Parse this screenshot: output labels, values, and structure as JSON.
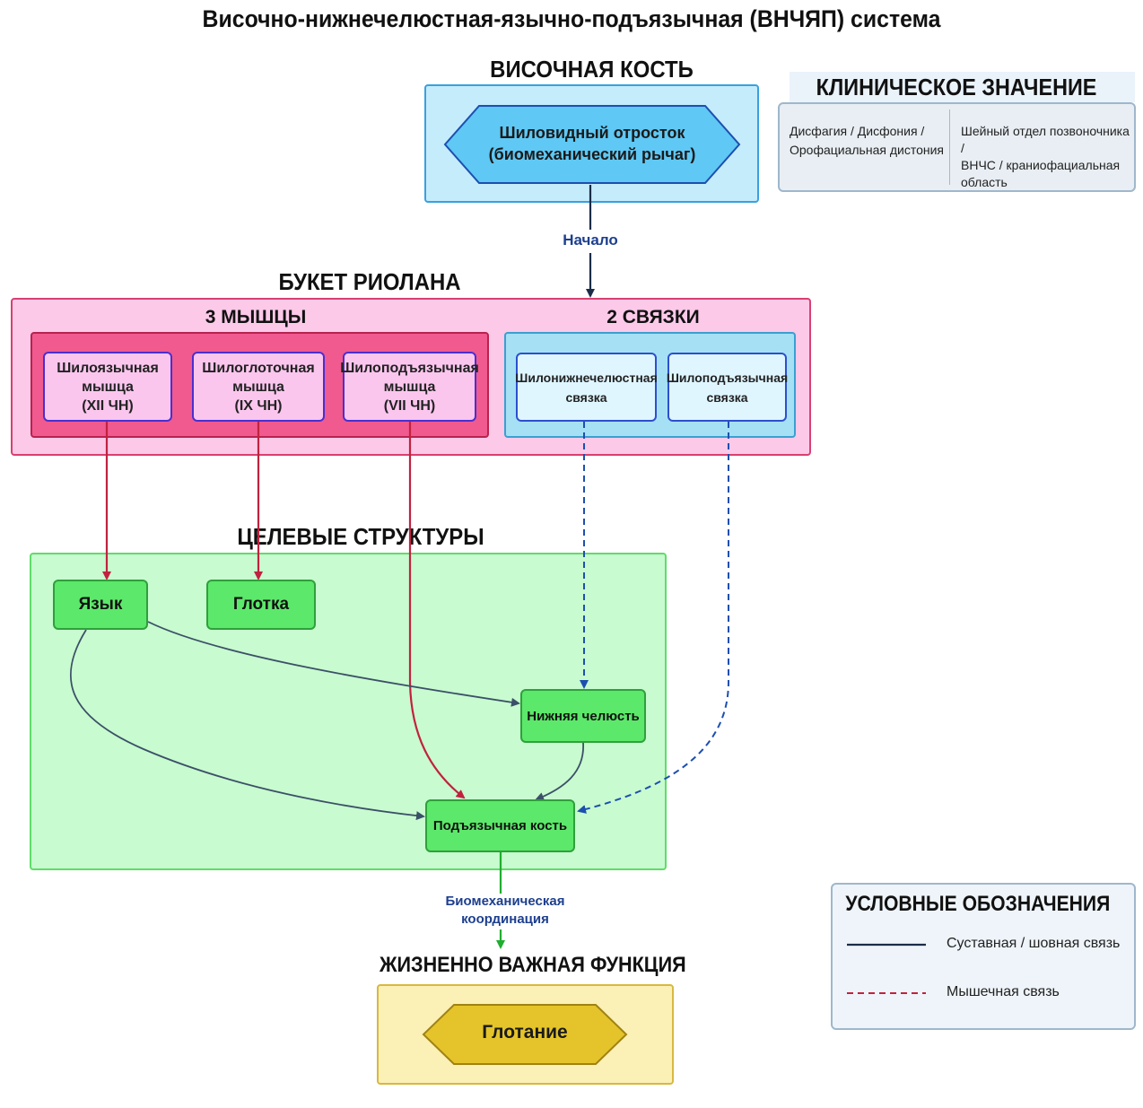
{
  "title": "Височно-нижнечелюстная-язычно-подъязычная (ВНЧЯП) система",
  "temporal": {
    "heading": "ВИСОЧНАЯ КОСТЬ",
    "process_line1": "Шиловидный отросток",
    "process_line2": "(биомеханический рычаг)"
  },
  "clinical": {
    "heading": "КЛИНИЧЕСКОЕ ЗНАЧЕНИЕ",
    "left_line1": "Дисфагия / Дисфония /",
    "left_line2": "Орофациальная дистония",
    "right_line1": "Шейный отдел позвоночника /",
    "right_line2": "ВНЧС / краниофациальная",
    "right_line3": "область"
  },
  "edge_origin_label": "Начало",
  "riolan": {
    "heading": "БУКЕТ РИОЛАНА",
    "muscles_heading": "3 МЫШЦЫ",
    "ligaments_heading": "2 СВЯЗКИ",
    "muscles": [
      {
        "line1": "Шилоязычная",
        "line2": "мышца",
        "line3": "(XII ЧН)"
      },
      {
        "line1": "Шилоглоточная",
        "line2": "мышца",
        "line3": "(IX ЧН)"
      },
      {
        "line1": "Шилоподъязычная",
        "line2": "мышца",
        "line3": "(VII ЧН)"
      }
    ],
    "ligaments": [
      {
        "line1": "Шилонижнечелюстная",
        "line2": "связка"
      },
      {
        "line1": "Шилоподъязычная",
        "line2": "связка"
      }
    ]
  },
  "targets": {
    "heading": "ЦЕЛЕВЫЕ СТРУКТУРЫ",
    "tongue": "Язык",
    "pharynx": "Глотка",
    "mandible": "Нижняя челюсть",
    "hyoid": "Подъязычная кость"
  },
  "coordination_label_line1": "Биомеханическая",
  "coordination_label_line2": "координация",
  "vital": {
    "heading": "ЖИЗНЕННО ВАЖНАЯ ФУНКЦИЯ",
    "function": "Глотание"
  },
  "legend": {
    "heading": "УСЛОВНЫЕ ОБОЗНАЧЕНИЯ",
    "solid_label": "Суставная / шовная связь",
    "dashed_label": "Мышечная связь"
  },
  "colors": {
    "muscle_edge": "#c0223f",
    "ligament_edge": "#1d4fb0",
    "joint_edge": "#3b5068",
    "coordination_edge": "#1fae2e",
    "temporal_fill": "#c5ecfb",
    "riolan_fill": "#fcc9e9",
    "targets_fill": "#c8fbcf",
    "vital_fill": "#fbf0b6"
  }
}
